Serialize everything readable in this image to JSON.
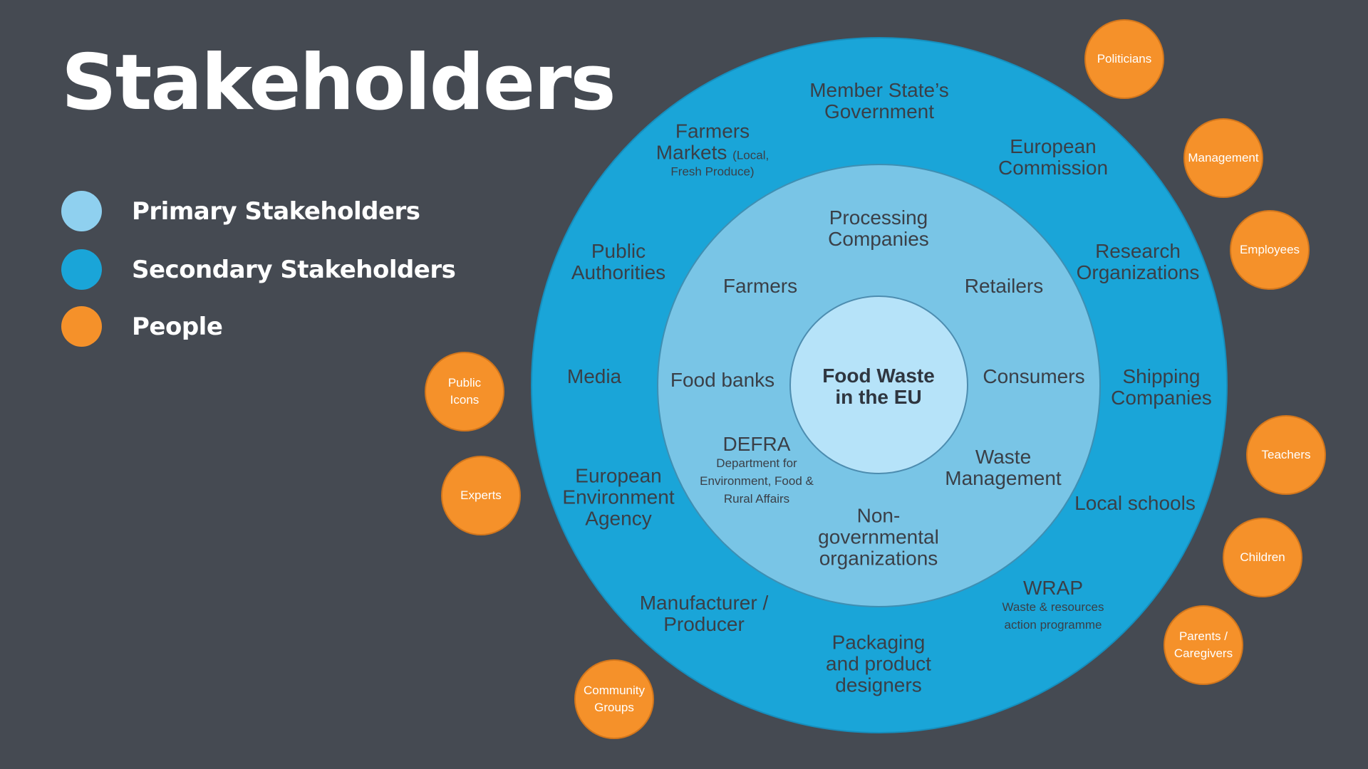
{
  "title": "Stakeholders",
  "colors": {
    "background": "#454a52",
    "primary": "#79c5e6",
    "secondary": "#1aa5d8",
    "people": "#f5912a",
    "core": "#b6e3f9"
  },
  "legend": [
    {
      "label": "Primary Stakeholders",
      "color": "#8fd0ef"
    },
    {
      "label": "Secondary Stakeholders",
      "color": "#1aa5d8"
    },
    {
      "label": "People",
      "color": "#f5912a"
    }
  ],
  "center": {
    "line1": "Food Waste",
    "line2": "in the EU"
  },
  "primary": {
    "processing": {
      "line1": "Processing",
      "line2": "Companies"
    },
    "farmers": "Farmers",
    "retailers": "Retailers",
    "food_banks": "Food banks",
    "consumers": "Consumers",
    "defra": {
      "main": "DEFRA",
      "sub1": "Department for",
      "sub2": "Environment, Food &",
      "sub3": "Rural Affairs"
    },
    "waste_management": {
      "line1": "Waste",
      "line2": "Management"
    },
    "ngo": {
      "line1": "Non-",
      "line2": "governmental",
      "line3": "organizations"
    }
  },
  "secondary": {
    "member_state": {
      "line1": "Member State’s",
      "line2": "Government"
    },
    "farmers_markets": {
      "line1": "Farmers",
      "line2": "Markets",
      "inline_sub": "(Local,",
      "sub": "Fresh Produce)"
    },
    "european_commission": {
      "line1": "European",
      "line2": "Commission"
    },
    "public_authorities": {
      "line1": "Public",
      "line2": "Authorities"
    },
    "research": {
      "line1": "Research",
      "line2": "Organizations"
    },
    "media": "Media",
    "shipping": {
      "line1": "Shipping",
      "line2": "Companies"
    },
    "eea": {
      "line1": "European",
      "line2": "Environment",
      "line3": "Agency"
    },
    "local_schools": "Local schools",
    "manufacturer": {
      "line1": "Manufacturer /",
      "line2": "Producer"
    },
    "wrap": {
      "main": "WRAP",
      "sub1": "Waste & resources",
      "sub2": "action programme"
    },
    "packaging": {
      "line1": "Packaging",
      "line2": "and product",
      "line3": "designers"
    }
  },
  "people": {
    "politicians": "Politicians",
    "management": "Management",
    "employees": "Employees",
    "public_icons": {
      "line1": "Public",
      "line2": "Icons"
    },
    "experts": "Experts",
    "teachers": "Teachers",
    "children": "Children",
    "parents": {
      "line1": "Parents /",
      "line2": "Caregivers"
    },
    "community": {
      "line1": "Community",
      "line2": "Groups"
    }
  }
}
